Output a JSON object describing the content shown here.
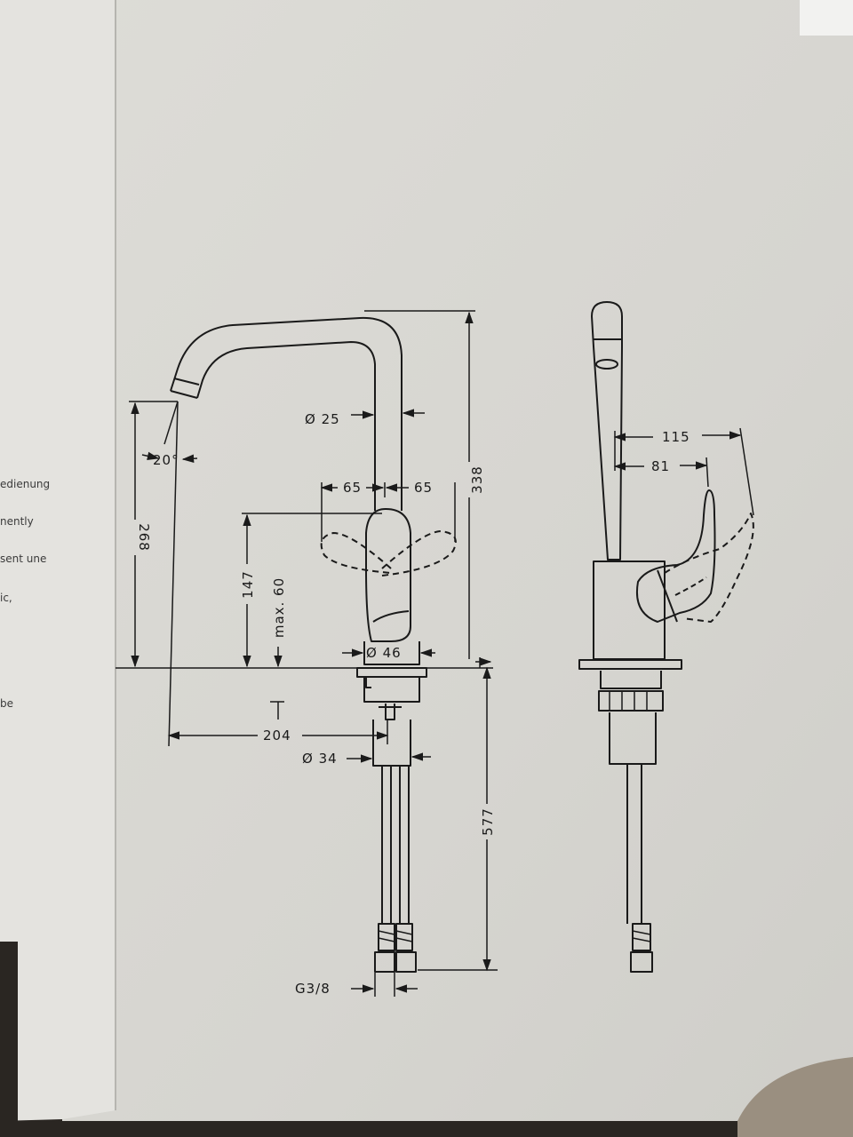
{
  "side_text": [
    "edienung",
    "nently",
    "sent une",
    "ic,",
    "be"
  ],
  "front_view": {
    "dims": {
      "d25": "Ø 25",
      "angle": "20°",
      "h338": "338",
      "w65_left": "65",
      "w65_right": "65",
      "h268": "268",
      "h147": "147",
      "max60": "max. 60",
      "d46": "Ø 46",
      "w204": "204",
      "d34": "Ø 34",
      "h577": "577",
      "g38": "G3/8"
    }
  },
  "side_view": {
    "dims": {
      "w115": "115",
      "w81": "81"
    }
  },
  "colors": {
    "paper": "#d9d8d3",
    "left_flap": "#e4e3df",
    "ink": "#1a1a1a"
  }
}
